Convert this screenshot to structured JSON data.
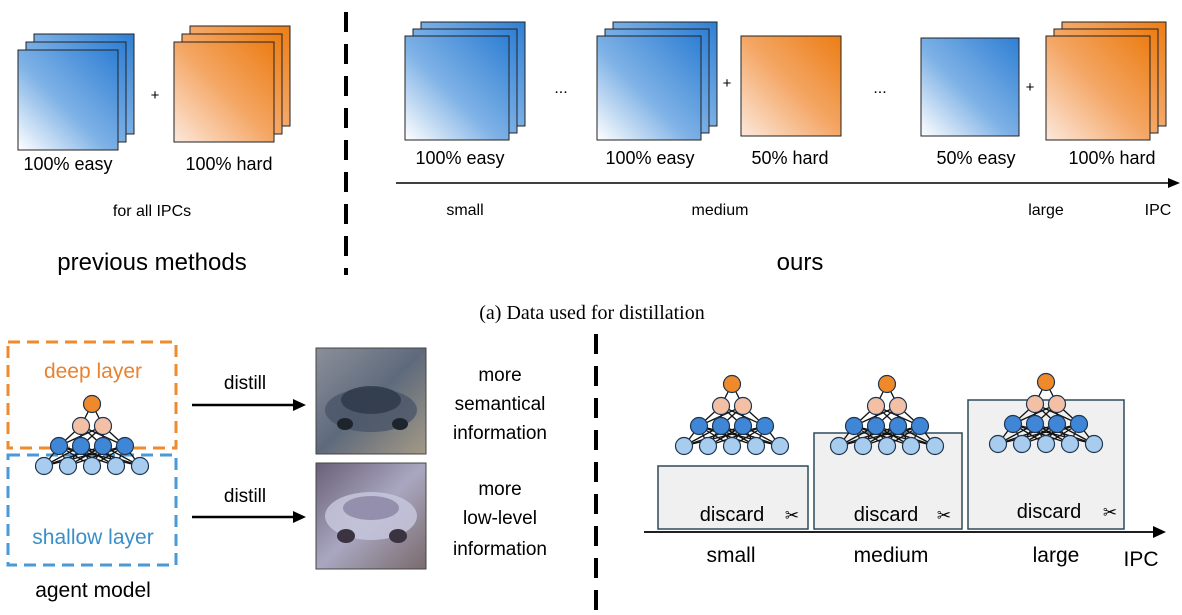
{
  "top": {
    "previous": {
      "label_easy": "100% easy",
      "label_hard": "100% hard",
      "plus": "+",
      "note": "for all IPCs",
      "title": "previous methods"
    },
    "ours": {
      "small_easy": "100% easy",
      "medium_easy": "100% easy",
      "medium_hard": "50% hard",
      "large_easy": "50% easy",
      "large_hard": "100% hard",
      "plus": "+",
      "ellipsis": "...",
      "axis_small": "small",
      "axis_medium": "medium",
      "axis_large": "large",
      "axis_ipc": "IPC",
      "title": "ours"
    },
    "caption": "(a) Data used for distillation"
  },
  "bottom": {
    "deep_label": "deep layer",
    "shallow_label": "shallow layer",
    "agent_label": "agent model",
    "distill_top": "distill",
    "distill_bottom": "distill",
    "semantic_info": [
      "more",
      "semantical",
      "information"
    ],
    "lowlevel_info": [
      "more",
      "low-level",
      "information"
    ],
    "discard": "discard",
    "scissors": "✂",
    "axis_small": "small",
    "axis_medium": "medium",
    "axis_large": "large",
    "axis_ipc": "IPC"
  },
  "colors": {
    "easy_dark": "#2f7fd4",
    "easy_light": "#ffffff",
    "hard_dark": "#f08a24",
    "hard_light": "#fbe3d2",
    "deep_border": "#ef8a2e",
    "shallow_border": "#4a9ad6",
    "deep_text": "#e9822e",
    "shallow_text": "#3a8fc9",
    "node_top": "#f0892a",
    "node_mid": "#f3c0a6",
    "node_blue": "#3f86d6",
    "node_light": "#a8ccee",
    "discard_fill": "#f0f0f0",
    "discard_border": "#2e4a5a"
  }
}
